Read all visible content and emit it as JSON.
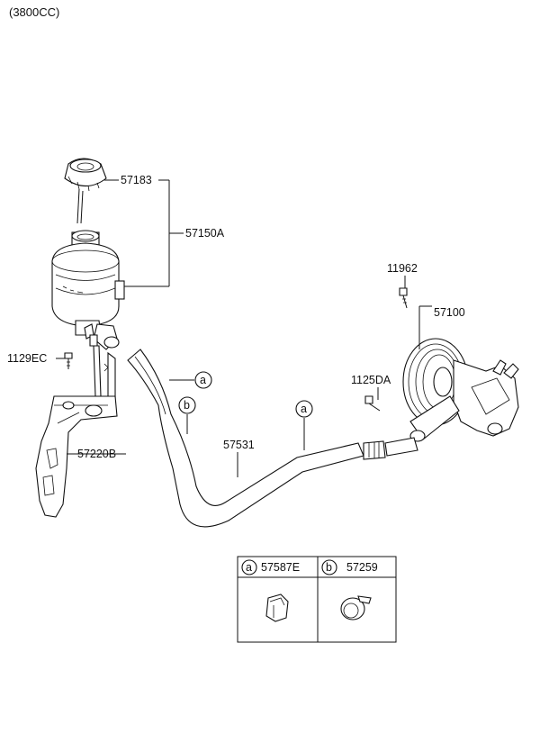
{
  "header": {
    "engine": "(3800CC)"
  },
  "parts": {
    "cap": "57183",
    "reservoir": "57150A",
    "bracket_bolt": "1129EC",
    "bracket": "57220B",
    "hose": "57531",
    "pump_bolt_top": "11962",
    "pump": "57100",
    "pump_bolt_side": "1125DA"
  },
  "callouts": {
    "a": "a",
    "b": "b"
  },
  "legend": {
    "a_code": "a",
    "a_part": "57587E",
    "b_code": "b",
    "b_part": "57259"
  }
}
